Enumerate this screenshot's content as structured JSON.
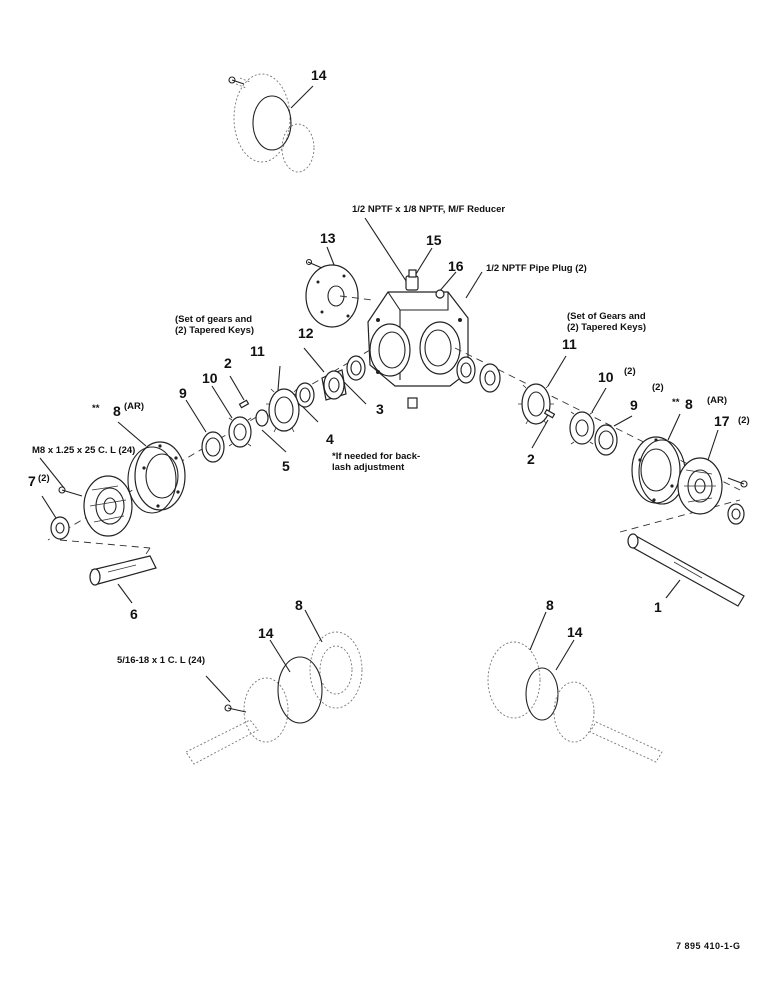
{
  "labels": {
    "n14_top": "14",
    "n13": "13",
    "n15": "15",
    "n16": "16",
    "n12": "12",
    "n11_left": "11",
    "n2_left": "2",
    "n10_left": "10",
    "n9_left": "9",
    "n8_left": "8",
    "n8_left_ar": "(AR)",
    "n8_left_stars": "**",
    "n7": "7",
    "n7_qty": "(2)",
    "n5": "5",
    "n4": "4",
    "n3": "3",
    "n6": "6",
    "n11_right": "11",
    "n10_right": "10",
    "n10_right_qty": "(2)",
    "n9_right": "9",
    "n9_right_qty": "(2)",
    "n8_right": "8",
    "n8_right_ar": "(AR)",
    "n8_right_stars": "**",
    "n17": "17",
    "n17_qty": "(2)",
    "n2_right": "2",
    "n1": "1",
    "n8_bl": "8",
    "n14_bl": "14",
    "n8_br": "8",
    "n14_br": "14"
  },
  "notes": {
    "reducer": "1/2 NPTF x 1/8  NPTF, M/F Reducer",
    "pipe_plug": "1/2 NPTF Pipe Plug (2)",
    "gears_left_1": "(Set of gears and",
    "gears_left_2": "(2) Tapered Keys)",
    "gears_right_1": "(Set of Gears and",
    "gears_right_2": "(2) Tapered Keys)",
    "backlash_1": "*If needed for back-",
    "backlash_2": "lash adjustment",
    "bolt_m8": "M8 x 1.25 x 25 C. L (24)",
    "bolt_516": "5/16-18 x 1 C. L (24)"
  },
  "figure_id": "7 895 410-1-G",
  "colors": {
    "ink": "#222222",
    "paper": "#ffffff"
  }
}
